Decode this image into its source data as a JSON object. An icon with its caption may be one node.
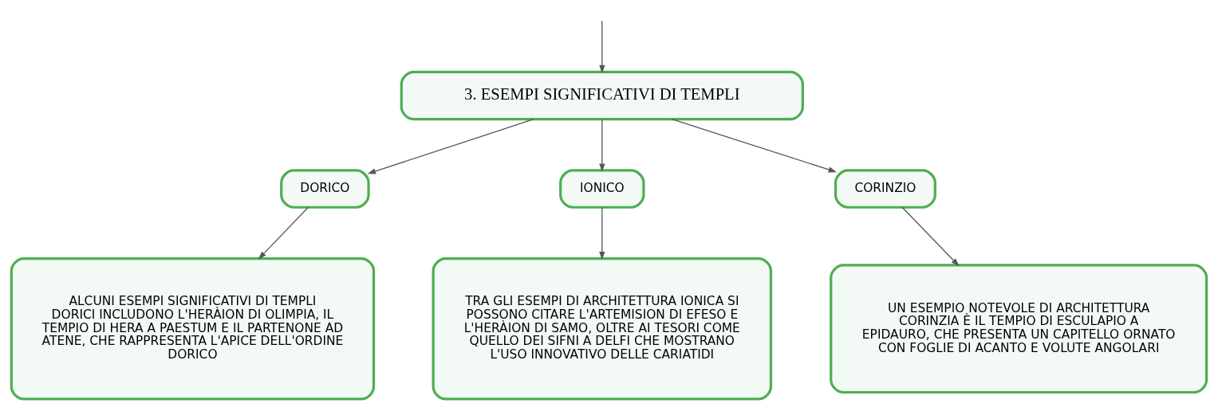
{
  "diagram": {
    "nodes": [
      {
        "text": [
          "3. ESEMPI SIGNIFICATIVI DI TEMPLI"
        ]
      },
      {
        "text": [
          "DORICO"
        ]
      },
      {
        "text": [
          "IONICO"
        ]
      },
      {
        "text": [
          "CORINZIO"
        ]
      },
      {
        "text": [
          "ALCUNI ESEMPI SIGNIFICATIVI DI TEMPLI DORICI INCLUDONO L'HERÀION DI OLIMPIA, IL TEMPIO DI HERA A PAESTUM E IL PARTENONE AD ATENE, CHE RAPPRESENTA L'APICE DELL'ORDINE DORICO"
        ]
      },
      {
        "text": [
          "TRA GLI ESEMPI DI ARCHITETTURA IONICA SI POSSONO CITARE L'ARTEMISION DI EFESO E L'HERÀION DI SAMO, OLTRE AI TESORI COME QUELLO DEI SIFNI A DELFI CHE MOSTRANO L'USO INNOVATIVO DELLE CARIATIDI"
        ]
      },
      {
        "text": [
          "UN ESEMPIO NOTEVOLE DI ARCHITETTURA CORINZIA È IL TEMPIO DI ESCULAPIO A EPIDAURO, CHE PRESENTA UN CAPITELLO ORNATO CON FOGLIE DI ACANTO E VOLUTE ANGOLARI"
        ]
      }
    ],
    "edges": [
      {
        "from": null,
        "to": 0,
        "arrow": "to"
      },
      {
        "from": 0,
        "to": 1,
        "arrow": "to"
      },
      {
        "from": 0,
        "to": 2,
        "arrow": "to"
      },
      {
        "from": 0,
        "to": 3,
        "arrow": "to"
      },
      {
        "from": 1,
        "to": 4,
        "arrow": "to"
      },
      {
        "from": 2,
        "to": 5,
        "arrow": "to"
      },
      {
        "from": 3,
        "to": 6,
        "arrow": "to"
      }
    ]
  }
}
